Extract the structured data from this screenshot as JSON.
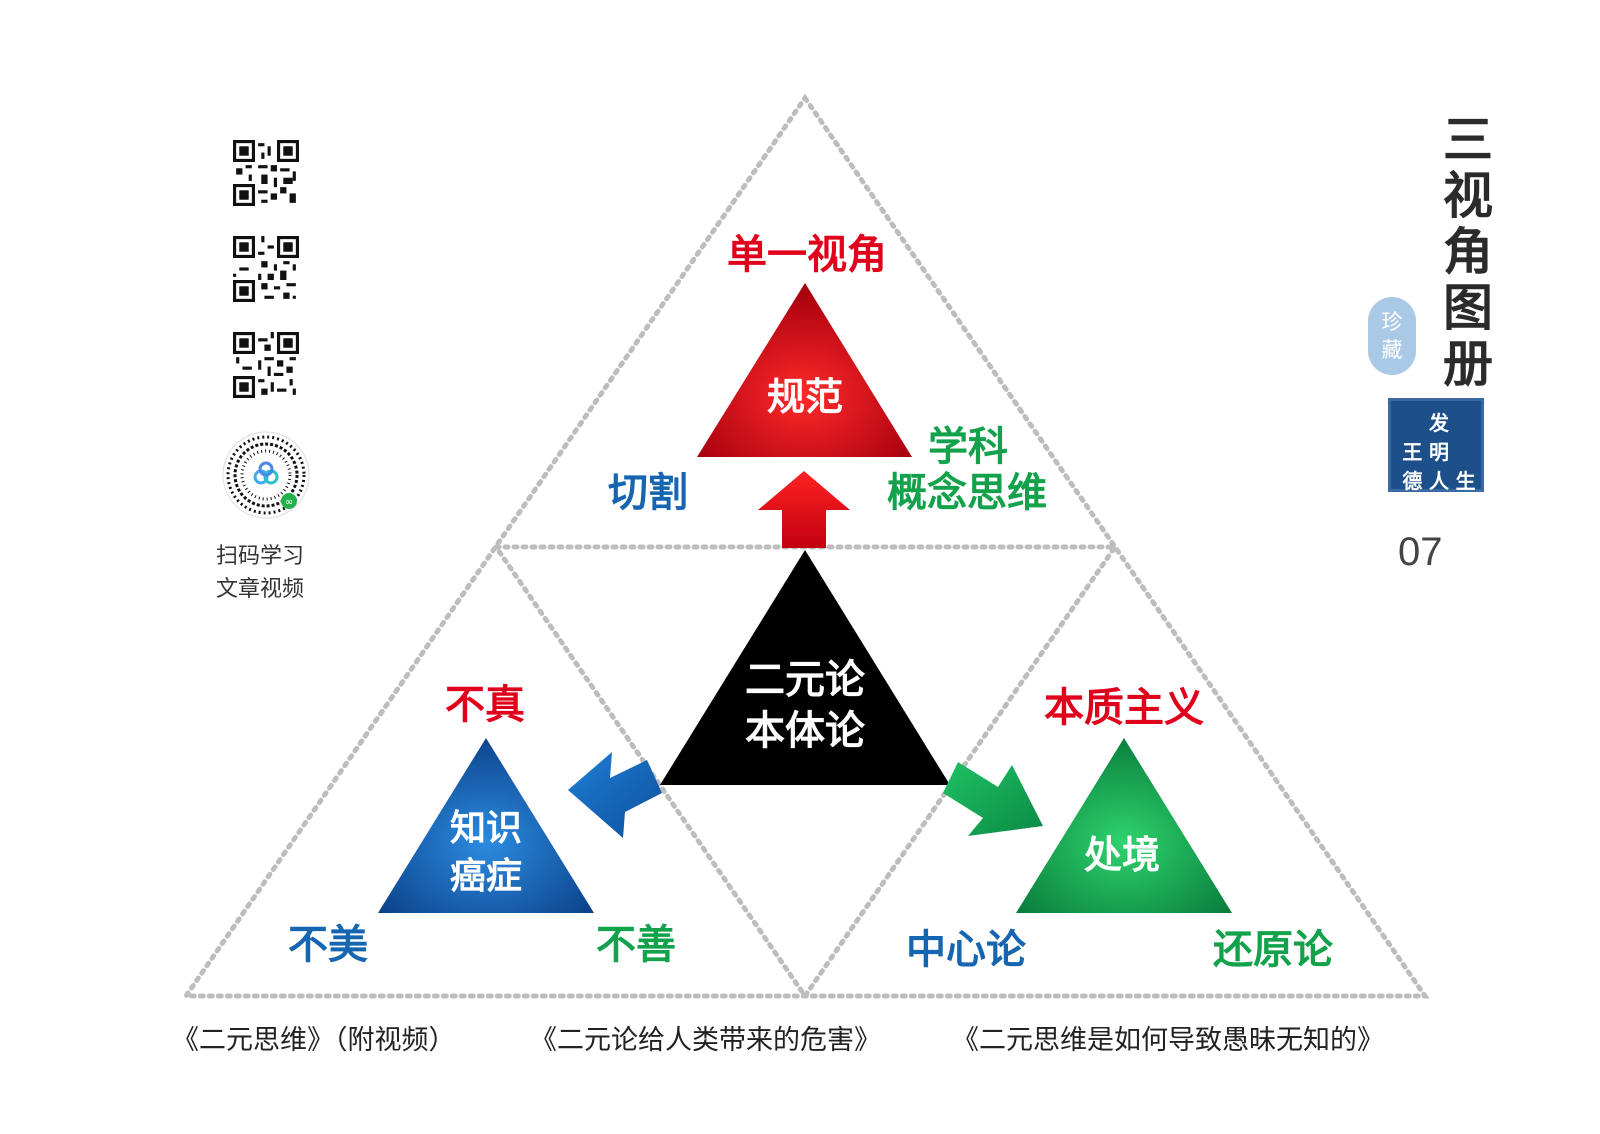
{
  "diagram": {
    "top": {
      "core": "规范",
      "title": "单一视角",
      "left": "切割",
      "right_lines": [
        "学科",
        "概念思维"
      ]
    },
    "center": {
      "core_lines": [
        "二元论",
        "本体论"
      ]
    },
    "left": {
      "core_lines": [
        "知识",
        "癌症"
      ],
      "title": "不真",
      "bottom_left": "不美",
      "bottom_right": "不善"
    },
    "right": {
      "core": "处境",
      "title": "本质主义",
      "bottom_left": "中心论",
      "bottom_right": "还原论"
    }
  },
  "sidebar": {
    "scan_lines": [
      "扫码学习",
      "文章视频"
    ]
  },
  "cover": {
    "title_chars": [
      "三",
      "视",
      "角",
      "图",
      "册"
    ],
    "treasure_chars": [
      "珍",
      "藏"
    ],
    "seal_chars": [
      "",
      "发",
      "",
      "王",
      "明",
      "",
      "德",
      "人",
      "生"
    ],
    "page_number": "07"
  },
  "footer": {
    "links": [
      "《二元思维》（附视频）",
      "《二元论给人类带来的危害》",
      "《二元思维是如何导致愚昧无知的》"
    ]
  },
  "colors": {
    "red": "#e0001b",
    "blue": "#1565b0",
    "green": "#13a14c",
    "black": "#000000",
    "dotted": "#bdbdbd"
  },
  "icons": [
    "qr-code-icon",
    "mini-program-code-icon",
    "arrow-up-icon",
    "arrow-down-left-icon",
    "arrow-down-right-icon"
  ]
}
